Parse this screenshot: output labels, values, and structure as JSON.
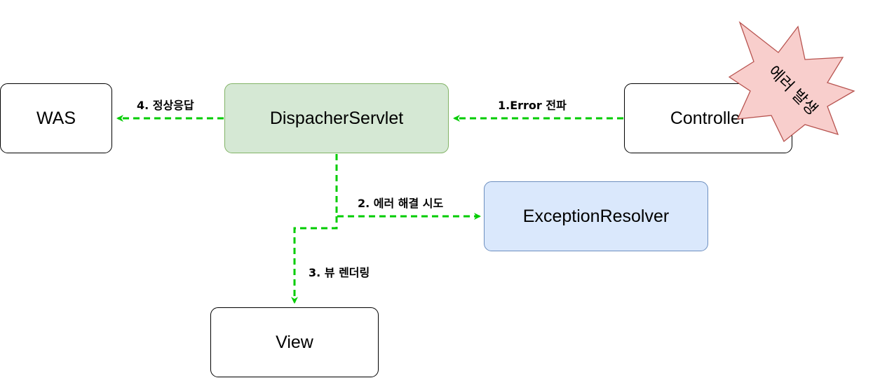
{
  "nodes": {
    "was": "WAS",
    "dispatcher": "DispacherServlet",
    "controller": "Controller",
    "resolver": "ExceptionResolver",
    "view": "View"
  },
  "burst": {
    "label": "에러 발생"
  },
  "edges": {
    "error_propagation": "1.Error 전파",
    "resolve_attempt": "2. 에러 해결 시도",
    "view_render": "3. 뷰 렌더링",
    "normal_response": "4. 정상응답"
  },
  "colors": {
    "arrow": "#00cc00",
    "dispatcher_fill": "#d5e8d4",
    "dispatcher_stroke": "#82b366",
    "resolver_fill": "#dae8fc",
    "resolver_stroke": "#6c8ebf",
    "burst_fill": "#f8cecc",
    "burst_stroke": "#b85450"
  }
}
